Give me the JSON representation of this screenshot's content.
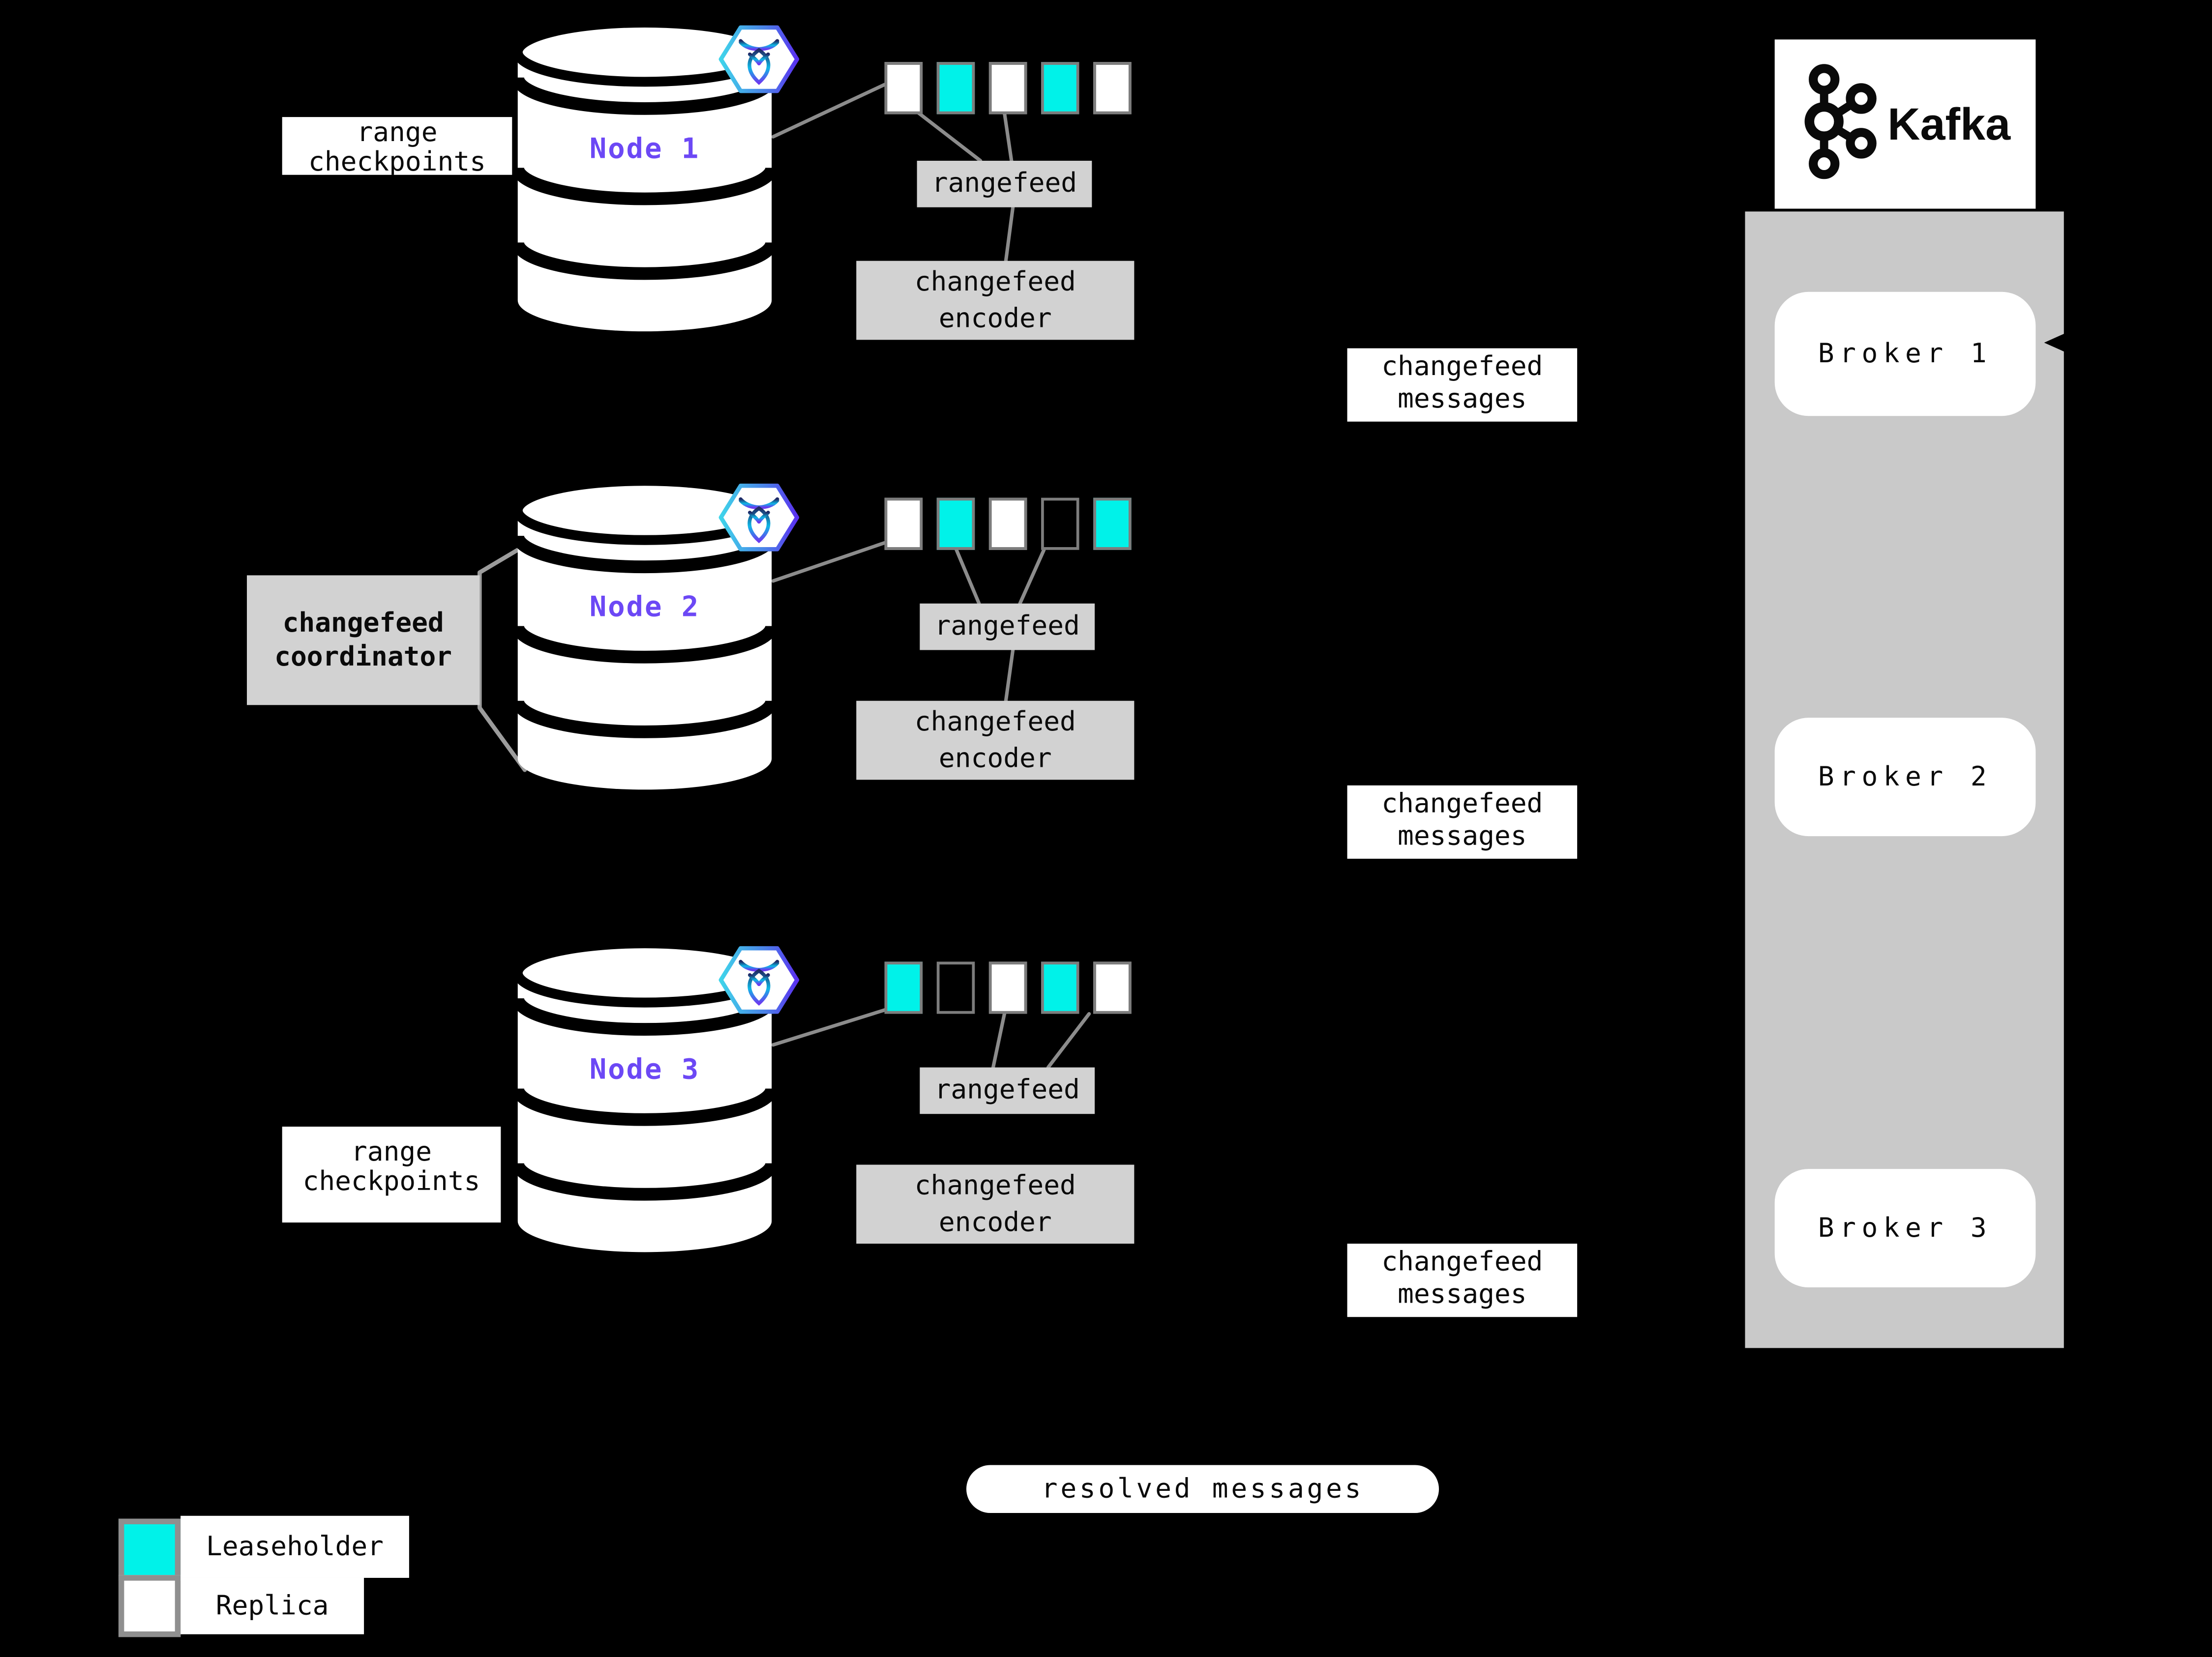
{
  "kafka": {
    "label": "Kafka",
    "icon": "kafka-logo-icon",
    "brokers": [
      {
        "label": "Broker 1"
      },
      {
        "label": "Broker 2"
      },
      {
        "label": "Broker 3"
      }
    ]
  },
  "nodes": [
    {
      "label": "Node 1",
      "side_label": "range checkpoints",
      "rangefeed_label": "rangefeed",
      "encoder_label": "changefeed encoder",
      "messages_label": "changefeed messages",
      "ranges": [
        "replica",
        "leaseholder",
        "replica",
        "leaseholder",
        "replica"
      ]
    },
    {
      "label": "Node 2",
      "side_label": "changefeed coordinator",
      "rangefeed_label": "rangefeed",
      "encoder_label": "changefeed encoder",
      "messages_label": "changefeed messages",
      "ranges": [
        "replica",
        "leaseholder",
        "replica",
        "empty",
        "leaseholder"
      ]
    },
    {
      "label": "Node 3",
      "side_label": "range checkpoints",
      "rangefeed_label": "rangefeed",
      "encoder_label": "changefeed encoder",
      "messages_label": "changefeed messages",
      "ranges": [
        "leaseholder",
        "empty",
        "replica",
        "leaseholder",
        "replica"
      ]
    }
  ],
  "resolved_messages_label": "resolved messages",
  "legend": {
    "items": [
      {
        "swatch": "leaseholder",
        "label": "Leaseholder"
      },
      {
        "swatch": "replica",
        "label": "Replica"
      }
    ]
  },
  "colors": {
    "leaseholder": "#00f2e9",
    "replica": "#ffffff",
    "node_label": "#6c48f5",
    "background": "#000000",
    "box_gray": "#d2d2d2",
    "column_gray": "#c9c9c9",
    "connector_gray": "#8c8c8c"
  },
  "icons": {
    "node_database": "database-cylinder-icon",
    "cockroachdb": "cockroachdb-hexagon-icon",
    "kafka": "kafka-logo-icon",
    "broker_arrow": "arrowhead-icon"
  }
}
